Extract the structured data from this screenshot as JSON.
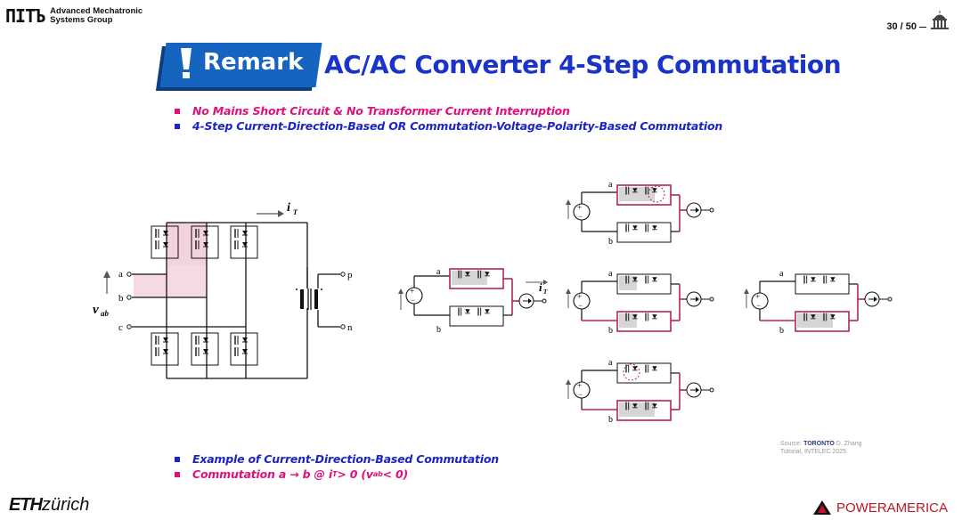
{
  "header": {
    "logo_mark": "ПІТЪ",
    "group_line1": "Advanced Mechatronic",
    "group_line2": "Systems Group",
    "page_number": "30 / 50"
  },
  "title": {
    "badge": "Remark",
    "text": "AC/AC Converter 4-Step Commutation"
  },
  "bullets_top": [
    {
      "text": "No Mains Short Circuit  &  No Transformer Current Interruption",
      "color": "#e0107a"
    },
    {
      "text": "4-Step  Current-Direction-Based  OR  Commutation-Voltage-Polarity-Based  Commutation",
      "color": "#1a24c8"
    }
  ],
  "bullets_bottom": [
    {
      "text": "Example of Current-Direction-Based Commutation",
      "color": "#1a24c8"
    },
    {
      "text": "Commutation a → b @ i",
      "sub1": "T",
      "text2": " > 0 (v",
      "sub2": "ab",
      "text3": " < 0)",
      "color": "#e0107a"
    }
  ],
  "diagram": {
    "left_labels": {
      "a": "a",
      "b": "b",
      "c": "c",
      "p": "p",
      "n": "n",
      "iT": "i",
      "iT_sub": "T",
      "vab": "v",
      "vab_sub": "ab"
    },
    "small_labels": {
      "a": "a",
      "b": "b",
      "iT": "i",
      "iT_sub": "T"
    }
  },
  "source": {
    "prefix": "Source:",
    "university": "TORONTO",
    "line1_suffix": "D. Zhang",
    "line2": "Tutorial, INTELEC 2025"
  },
  "footer": {
    "eth_bold": "ETH",
    "eth_rest": "zürich",
    "power": "POWER",
    "america": "AMERICA"
  },
  "colors": {
    "accent_blue": "#1a33c8",
    "accent_pink": "#e0107a",
    "badge_blue": "#1565c0",
    "highlight": "#b3245a"
  }
}
